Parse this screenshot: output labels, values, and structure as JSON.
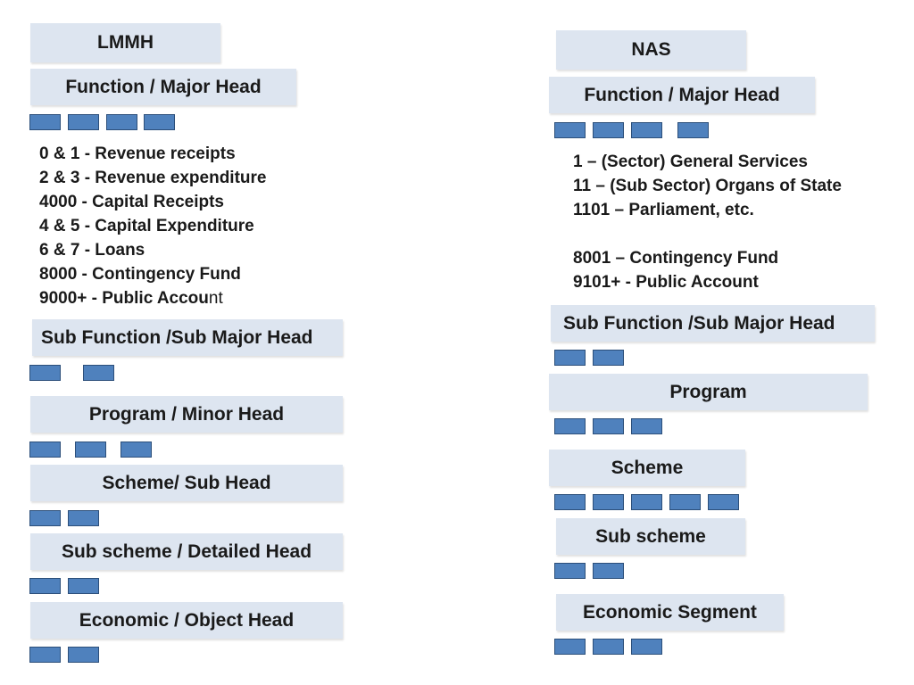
{
  "lmmh": {
    "title": "LMMH",
    "function_head": "Function / Major Head",
    "codes": [
      "0 & 1  - Revenue receipts",
      "2 & 3  - Revenue expenditure",
      "4000  - Capital Receipts",
      "4 & 5  - Capital Expenditure",
      "6 & 7  - Loans",
      "8000  - Contingency Fund"
    ],
    "last_code_bold": "9000+ - Public Accou",
    "last_code_light": "nt",
    "sub_function": "Sub Function /Sub Major Head",
    "program": "Program / Minor Head",
    "scheme": "Scheme/ Sub Head",
    "sub_scheme": "Sub scheme / Detailed Head",
    "economic": "Economic / Object Head"
  },
  "nas": {
    "title": "NAS",
    "function_head": "Function / Major Head",
    "codes": [
      "1 – (Sector) General Services",
      "11 – (Sub Sector) Organs of State",
      "1101 – Parliament, etc.",
      "",
      "8001 – Contingency Fund",
      "9101+ - Public Account"
    ],
    "sub_function": "Sub Function /Sub Major Head",
    "program": "Program",
    "scheme": "Scheme",
    "sub_scheme": "Sub scheme",
    "economic": "Economic Segment"
  }
}
